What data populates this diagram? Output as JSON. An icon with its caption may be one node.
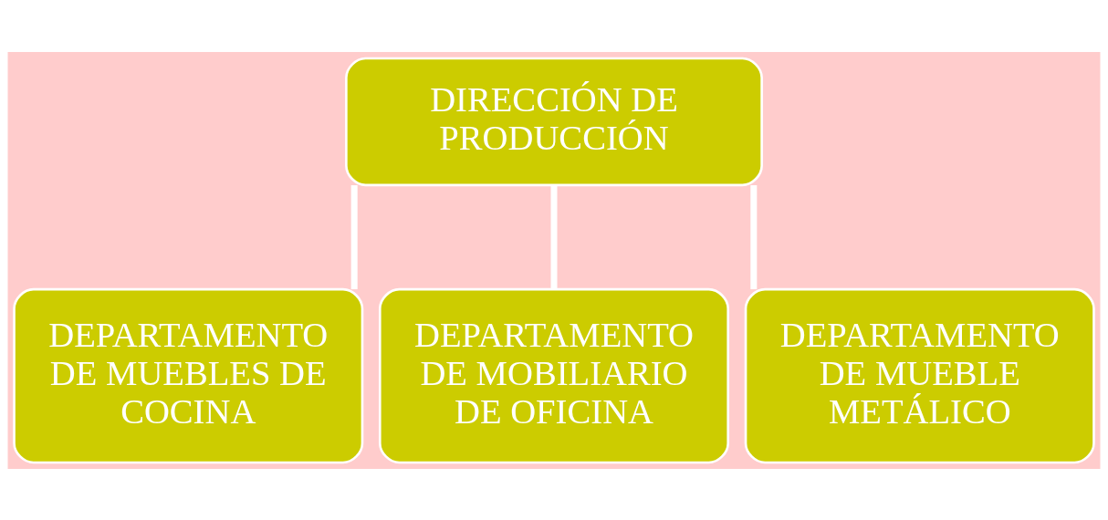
{
  "diagram": {
    "nodes": [
      {
        "text": [
          "DIRECCIÓN DE PRODUCCIÓN"
        ]
      },
      {
        "text": [
          "DEPARTAMENTO DE MUEBLES DE COCINA"
        ]
      },
      {
        "text": [
          "DEPARTAMENTO DE MOBILIARIO DE OFICINA"
        ]
      },
      {
        "text": [
          "DEPARTAMENTO DE MUEBLE METÁLICO"
        ]
      }
    ],
    "edges": [
      {
        "from": 0,
        "to": 1,
        "arrow": "none"
      },
      {
        "from": 0,
        "to": 2,
        "arrow": "none"
      },
      {
        "from": 0,
        "to": 3,
        "arrow": "none"
      }
    ]
  }
}
